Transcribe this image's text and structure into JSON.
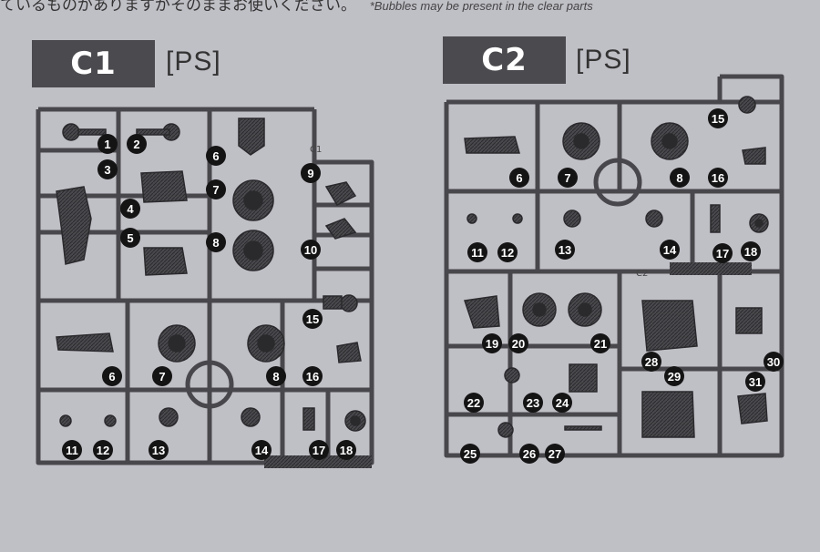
{
  "header_text": {
    "jp": "ているものがありますがそのままお使いください。",
    "en": "*Bubbles may be present in the clear parts"
  },
  "runners": [
    {
      "title": "C1",
      "material": "[PS]",
      "mark": "C1",
      "numbers": [
        "1",
        "2",
        "3",
        "4",
        "5",
        "6",
        "7",
        "8",
        "9",
        "10",
        "15",
        "6",
        "7",
        "8",
        "16",
        "11",
        "12",
        "13",
        "14",
        "17",
        "18"
      ]
    },
    {
      "title": "C2",
      "material": "[PS]",
      "mark": "C2",
      "numbers": [
        "15",
        "6",
        "7",
        "8",
        "16",
        "11",
        "12",
        "13",
        "14",
        "17",
        "18",
        "19",
        "20",
        "21",
        "28",
        "29",
        "30",
        "31",
        "22",
        "23",
        "24",
        "25",
        "26",
        "27"
      ]
    }
  ],
  "colors": {
    "background": "#bfbfc6",
    "title_box": "#4b4b4f",
    "sprue": "#48484c",
    "part_fill": "#3a3a3e",
    "number_circle": "#141414"
  }
}
